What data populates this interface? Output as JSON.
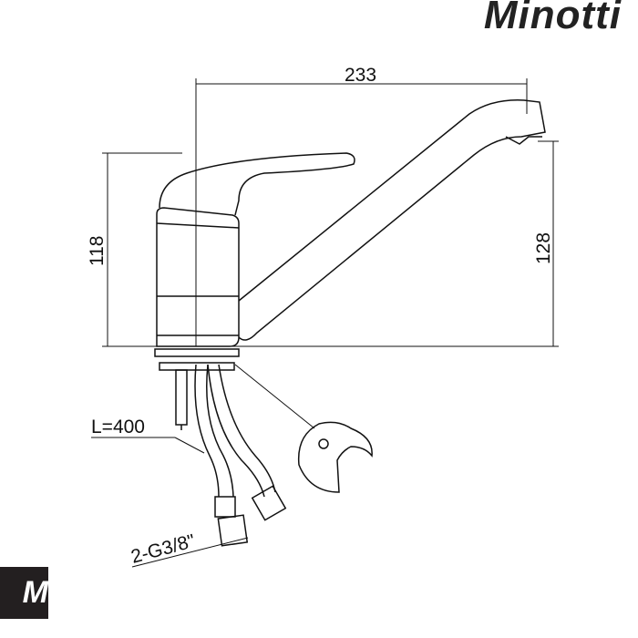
{
  "brand": {
    "logo_text": "Minotti",
    "mark_text": "M"
  },
  "dimensions": {
    "spout_reach": "233",
    "body_height": "118",
    "spout_height": "128",
    "hose_length": "L=400",
    "connection": "2-G3/8\""
  }
}
